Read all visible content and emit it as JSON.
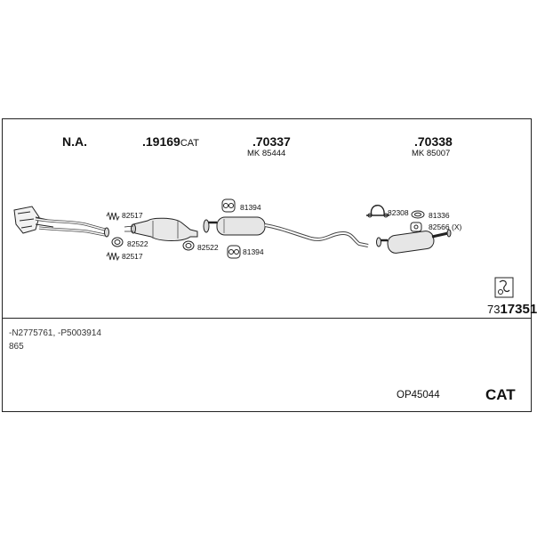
{
  "headers": {
    "na": "N.A.",
    "cat_main": ".19169",
    "cat_suffix": "CAT",
    "mid_main": ".70337",
    "mid_mk": "MK 85444",
    "rear_main": ".70338",
    "rear_mk": "MK 85007"
  },
  "parts": {
    "p82517_top": "82517",
    "p82522_left": "82522",
    "p82517_bottom": "82517",
    "p82522_right": "82522",
    "p81394_top": "81394",
    "p81394_bottom": "81394",
    "p82308": "82308",
    "p81336": "81336",
    "p82566": "82566 (X)"
  },
  "figure_number": {
    "prefix": "73",
    "bold": "17351"
  },
  "notes": {
    "oe_numbers": "-N2775761, -P5003914",
    "code": "865"
  },
  "footer": {
    "reference": "OP45044",
    "cat_label": "CAT"
  }
}
